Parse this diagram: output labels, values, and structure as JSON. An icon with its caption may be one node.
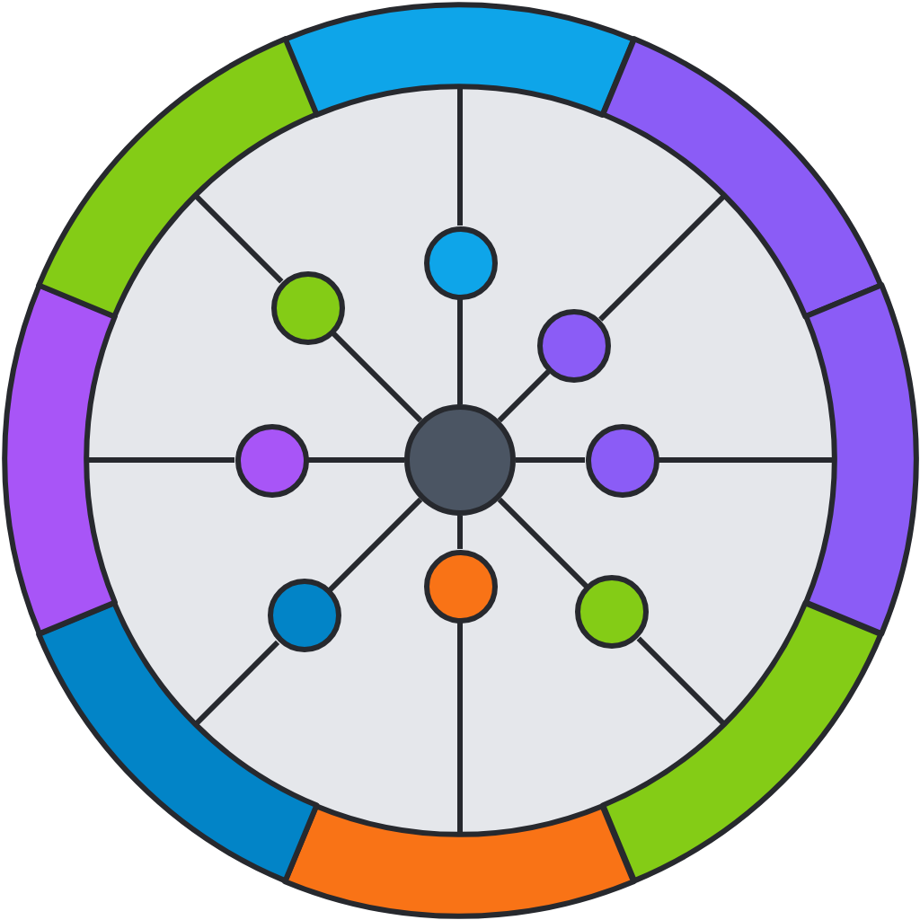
{
  "diagram": {
    "nodes": [
      {
        "text": [],
        "shape": "circle"
      },
      {
        "text": [],
        "shape": "circle"
      },
      {
        "text": [],
        "shape": "circle"
      },
      {
        "text": [],
        "shape": "circle"
      },
      {
        "text": [],
        "shape": "circle"
      },
      {
        "text": [],
        "shape": "circle"
      },
      {
        "text": [],
        "shape": "circle"
      },
      {
        "text": [],
        "shape": "circle"
      },
      {
        "text": [],
        "shape": "circle"
      },
      {
        "text": [],
        "shape": "band"
      },
      {
        "text": [],
        "shape": "band"
      },
      {
        "text": [],
        "shape": "band"
      },
      {
        "text": [],
        "shape": "band"
      },
      {
        "text": [],
        "shape": "band"
      },
      {
        "text": [],
        "shape": "band"
      },
      {
        "text": [],
        "shape": "band"
      },
      {
        "text": [],
        "shape": "band"
      }
    ],
    "edges": [
      {
        "from": 0,
        "to": 1,
        "arrow": "none"
      },
      {
        "from": 0,
        "to": 2,
        "arrow": "none"
      },
      {
        "from": 0,
        "to": 3,
        "arrow": "none"
      },
      {
        "from": 0,
        "to": 4,
        "arrow": "none"
      },
      {
        "from": 0,
        "to": 5,
        "arrow": "none"
      },
      {
        "from": 0,
        "to": 6,
        "arrow": "none"
      },
      {
        "from": 0,
        "to": 7,
        "arrow": "none"
      },
      {
        "from": 0,
        "to": 8,
        "arrow": "none"
      },
      {
        "from": 1,
        "to": 9,
        "arrow": "none"
      },
      {
        "from": 2,
        "to": 10,
        "arrow": "none"
      },
      {
        "from": 3,
        "to": 11,
        "arrow": "none"
      },
      {
        "from": 4,
        "to": 12,
        "arrow": "none"
      },
      {
        "from": 5,
        "to": 13,
        "arrow": "none"
      },
      {
        "from": 6,
        "to": 14,
        "arrow": "none"
      },
      {
        "from": 7,
        "to": 15,
        "arrow": "none"
      },
      {
        "from": 8,
        "to": 16,
        "arrow": "none"
      }
    ]
  }
}
